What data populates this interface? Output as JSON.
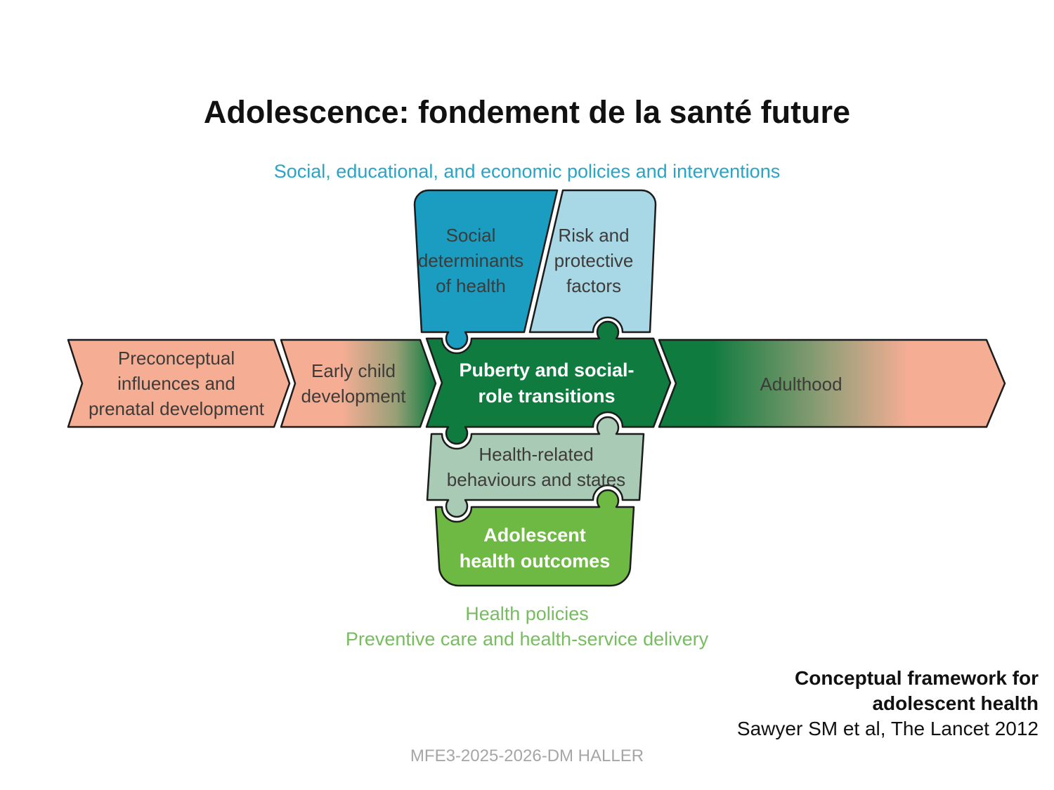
{
  "slide": {
    "title": "Adolescence: fondement de la santé future",
    "footer": "MFE3-2025-2026-DM HALLER"
  },
  "diagram": {
    "top_label": "Social, educational, and economic policies and interventions",
    "bottom_label_1": "Health policies",
    "bottom_label_2": "Preventive care and health-service delivery",
    "pieces": {
      "social_determinants": "Social determinants of health",
      "risk_protective": "Risk and protective factors",
      "puberty": "Puberty and social-role transitions",
      "health_behaviours": "Health-related behaviours and states",
      "adolescent_outcomes": "Adolescent health outcomes"
    },
    "timeline": {
      "preconceptual": "Preconceptual influences and prenatal development",
      "early_child": "Early child development",
      "adulthood": "Adulthood"
    },
    "colors": {
      "salmon": "#f5ad94",
      "teal": "#1b9cc1",
      "light_blue": "#a8d7e6",
      "dark_green": "#0f7b3f",
      "sage_green": "#a9cbb5",
      "bright_green": "#6eb943",
      "outline": "#1c1c1c",
      "label_teal": "#2aa4c6",
      "label_green": "#76bd5f",
      "dark_text": "#3e3b38",
      "footer_gray": "#a6a6a6"
    }
  },
  "credit": {
    "line1": "Conceptual framework for",
    "line2": "adolescent health",
    "line3": "Sawyer SM et al, The Lancet 2012"
  }
}
